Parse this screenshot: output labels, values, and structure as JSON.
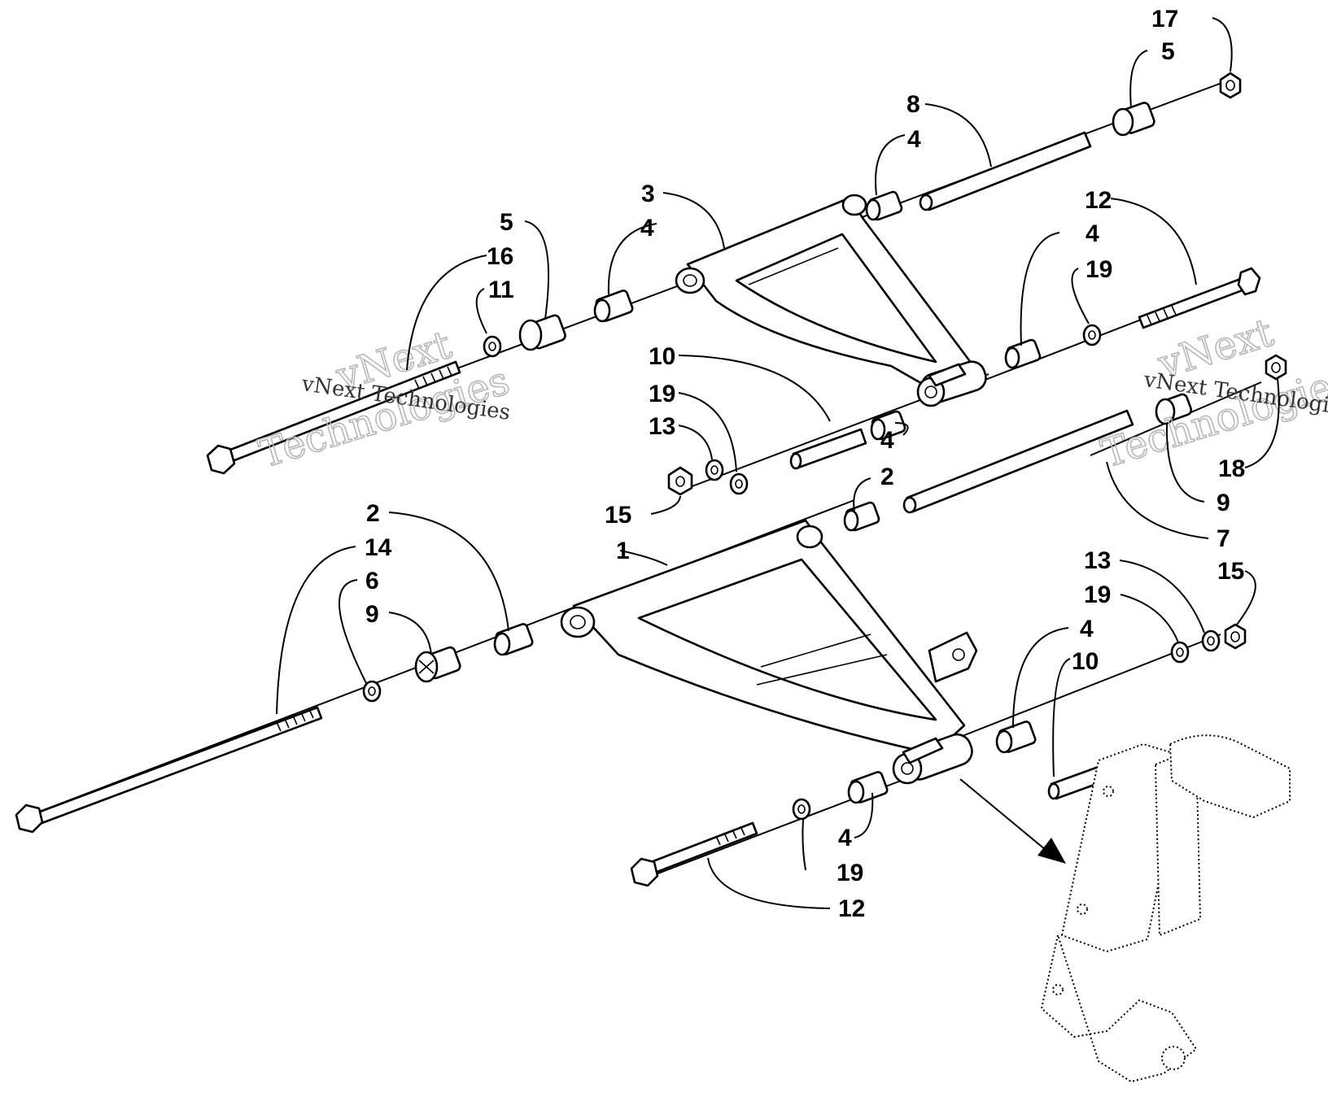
{
  "watermark": {
    "brand": "vNext",
    "company": "Technologies",
    "full": "vNext Technologies"
  },
  "callouts": {
    "c1": "1",
    "c2a": "2",
    "c2b": "2",
    "c3": "3",
    "c4a": "4",
    "c4b": "4",
    "c4c": "4",
    "c4d": "4",
    "c4e": "4",
    "c4f": "4",
    "c5a": "5",
    "c5b": "5",
    "c6": "6",
    "c7": "7",
    "c8": "8",
    "c9a": "9",
    "c9b": "9",
    "c10a": "10",
    "c10b": "10",
    "c11": "11",
    "c12a": "12",
    "c12b": "12",
    "c13a": "13",
    "c13b": "13",
    "c14": "14",
    "c15a": "15",
    "c15b": "15",
    "c16": "16",
    "c17": "17",
    "c18": "18",
    "c19a": "19",
    "c19b": "19",
    "c19c": "19",
    "c19d": "19"
  }
}
